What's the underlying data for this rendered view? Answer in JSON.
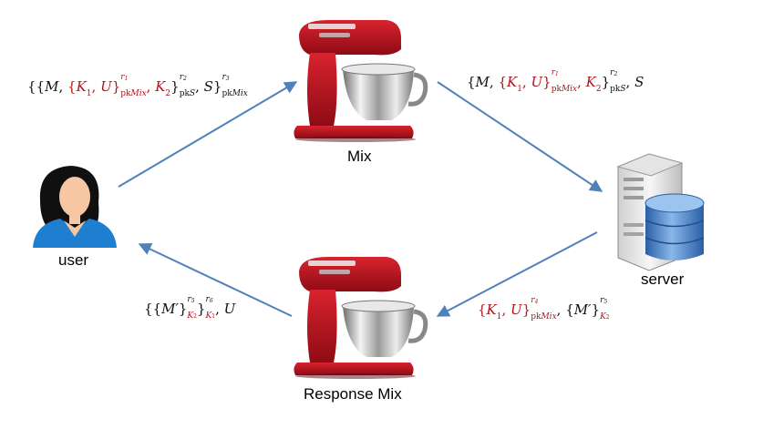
{
  "nodes": {
    "user": "user",
    "mix": "Mix",
    "server": "server",
    "response_mix": "Response Mix"
  },
  "formulas": {
    "user_to_mix": "{{M, {K1, U}^r1_pkMix, K2}^r2_pkS, S}^r3_pkMix",
    "mix_to_server": "{M, {K1, U}^r1_pkMix, K2}^r2_pkS, S",
    "server_to_response_mix": "{K1, U}^r4_pkMix, {M′}^r5_K2",
    "response_mix_to_user": "{{M′}^r5_K2}^r6_K1, U"
  },
  "colors": {
    "arrow": "#4f81bd",
    "key_red": "#b3141c",
    "mixer_red": "#b0101c",
    "person_blue": "#1e7fd0",
    "server_blue": "#3a78c2"
  },
  "icons": [
    "stand-mixer-icon",
    "user-icon",
    "database-server-icon"
  ]
}
